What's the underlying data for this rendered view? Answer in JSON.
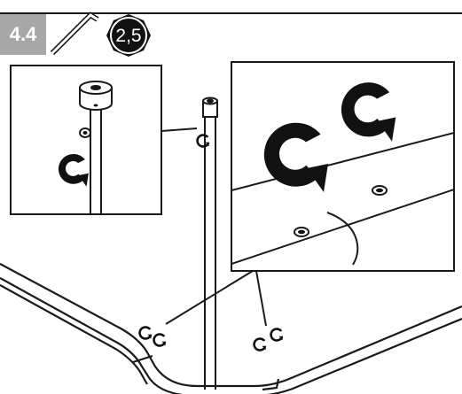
{
  "step": {
    "number": "4.4"
  },
  "tool": {
    "icon": "allen-key-icon",
    "size_label": "2,5"
  },
  "colors": {
    "line": "#1a1a1a",
    "badge": "#a7a7a7",
    "badge_text": "#ffffff",
    "icon_fill": "#111111"
  },
  "rotation": {
    "direction": "clockwise"
  }
}
